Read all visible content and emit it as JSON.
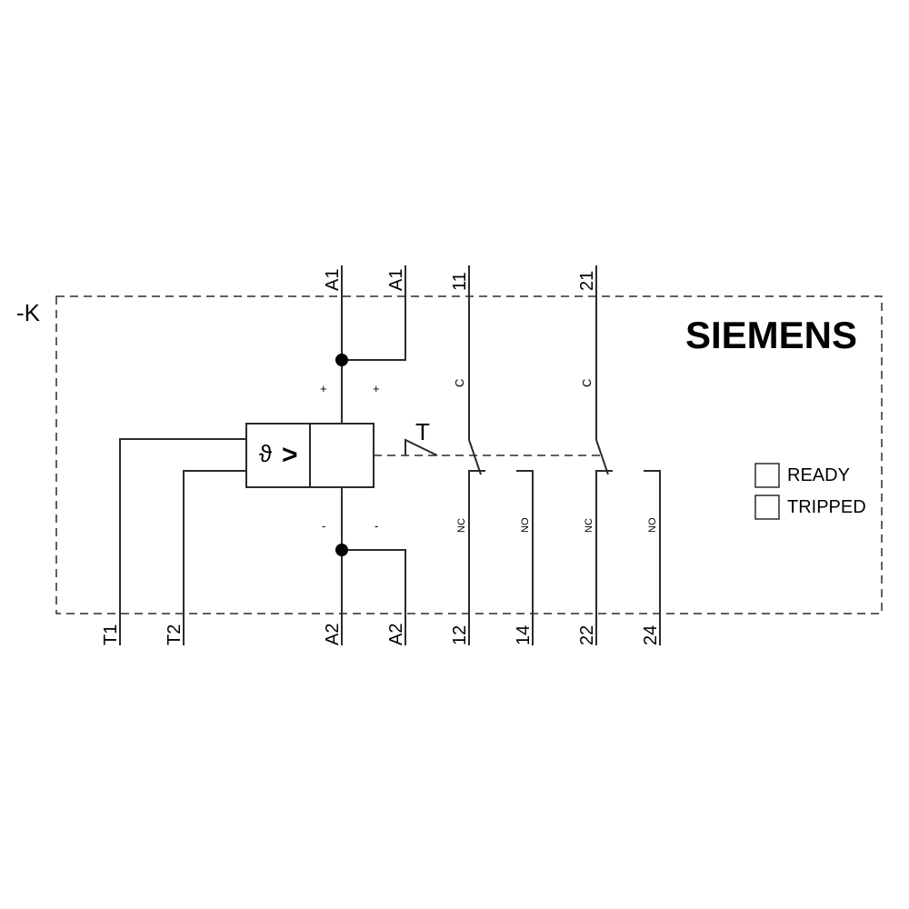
{
  "diagram": {
    "device_tag": "-K",
    "brand": "SIEMENS",
    "function_block": {
      "symbol_theta": "ϑ",
      "symbol_gt": ">",
      "timer_label": "T"
    },
    "terminals_top": [
      {
        "id": "A1a",
        "label": "A1"
      },
      {
        "id": "A1b",
        "label": "A1"
      },
      {
        "id": "11",
        "label": "11"
      },
      {
        "id": "21",
        "label": "21"
      }
    ],
    "terminals_bottom": [
      {
        "id": "T1",
        "label": "T1"
      },
      {
        "id": "T2",
        "label": "T2"
      },
      {
        "id": "A2a",
        "label": "A2"
      },
      {
        "id": "A2b",
        "label": "A2"
      },
      {
        "id": "12",
        "label": "12"
      },
      {
        "id": "14",
        "label": "14"
      },
      {
        "id": "22",
        "label": "22"
      },
      {
        "id": "24",
        "label": "24"
      }
    ],
    "polarity": {
      "plus": "+",
      "minus": "-"
    },
    "contact_labels": {
      "common": "C",
      "nc": "NC",
      "no": "NO"
    },
    "indicators": [
      {
        "label": "READY"
      },
      {
        "label": "TRIPPED"
      }
    ]
  }
}
